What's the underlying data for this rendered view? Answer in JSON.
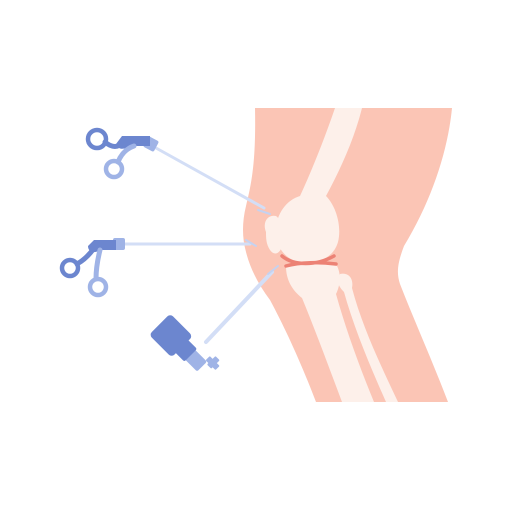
{
  "illustration": {
    "subject": "knee-arthroscopy",
    "icons": [
      "grasper-instrument-upper",
      "grasper-instrument-lower",
      "arthroscope-camera",
      "knee-joint"
    ]
  },
  "colors": {
    "background": "#ffffff",
    "skin": "#fbc5b5",
    "bone": "#fdf0ea",
    "cartilage": "#ec8275",
    "instrument_dark": "#6c86cf",
    "instrument_light": "#9fb3e6",
    "shaft": "#d3def6"
  }
}
